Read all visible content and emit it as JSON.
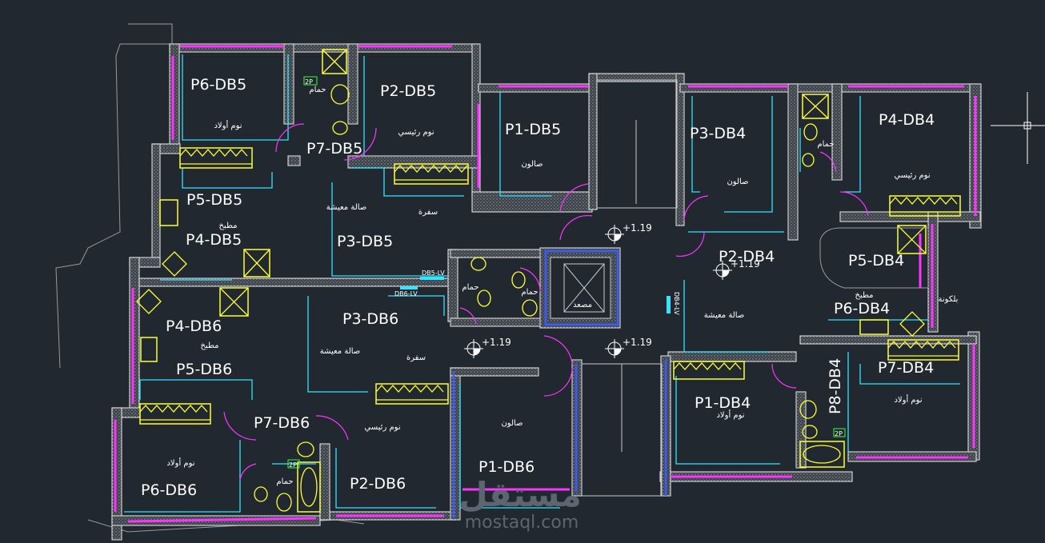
{
  "rooms": [
    {
      "id": "P6-DB5",
      "arabic": "نوم أولاد"
    },
    {
      "id": "P2-DB5",
      "arabic": "نوم رئيسي"
    },
    {
      "id": "P7-DB5",
      "arabic": "حمام"
    },
    {
      "id": "P1-DB5",
      "arabic": "صالون"
    },
    {
      "id": "P5-DB5",
      "arabic": "مطبخ"
    },
    {
      "id": "P4-DB5",
      "arabic": ""
    },
    {
      "id": "P3-DB5",
      "arabic": "صالة معيشة"
    },
    {
      "id": "P3-DB4",
      "arabic": "صالون"
    },
    {
      "id": "P4-DB4",
      "arabic": "نوم رئيسي"
    },
    {
      "id": "P2-DB4",
      "arabic": "صالة معيشة"
    },
    {
      "id": "P5-DB4",
      "arabic": "مطبخ"
    },
    {
      "id": "P6-DB4",
      "arabic": "بلكونة"
    },
    {
      "id": "P7-DB4",
      "arabic": "نوم أولاد"
    },
    {
      "id": "P1-DB4",
      "arabic": "نوم أولاد"
    },
    {
      "id": "P8-DB4",
      "arabic": "حمام"
    },
    {
      "id": "P4-DB6",
      "arabic": "مطبخ"
    },
    {
      "id": "P3-DB6",
      "arabic": "صالة معيشة"
    },
    {
      "id": "P5-DB6",
      "arabic": ""
    },
    {
      "id": "P7-DB6",
      "arabic": "نوم رئيسي"
    },
    {
      "id": "P6-DB6",
      "arabic": "نوم أولاد"
    },
    {
      "id": "P2-DB6",
      "arabic": "حمام"
    },
    {
      "id": "P1-DB6",
      "arabic": "صالون"
    }
  ],
  "extra_labels": {
    "sofra_db5": "سفرة",
    "sofra_db6": "سفرة",
    "bath_center_a": "حمام",
    "bath_center_b": "حمام",
    "bath_db5": "حمام",
    "elevator": "مصعد"
  },
  "levels": [
    "+1.19",
    "+1.19",
    "+1.19",
    "+1.19"
  ],
  "panel_tags": [
    "DB5-LV",
    "DB6-LV",
    "DB4-LV"
  ],
  "small_tags": [
    "2P",
    "2P",
    "2P"
  ],
  "watermark": {
    "arabic": "مستقل",
    "latin": "mostaql.com"
  },
  "colors": {
    "background": "#212830",
    "wall": "#c9c9c9",
    "window": "#ff33ff",
    "cyan": "#33e5ff",
    "yellow": "#ffff33",
    "blue": "#3a5cff"
  }
}
